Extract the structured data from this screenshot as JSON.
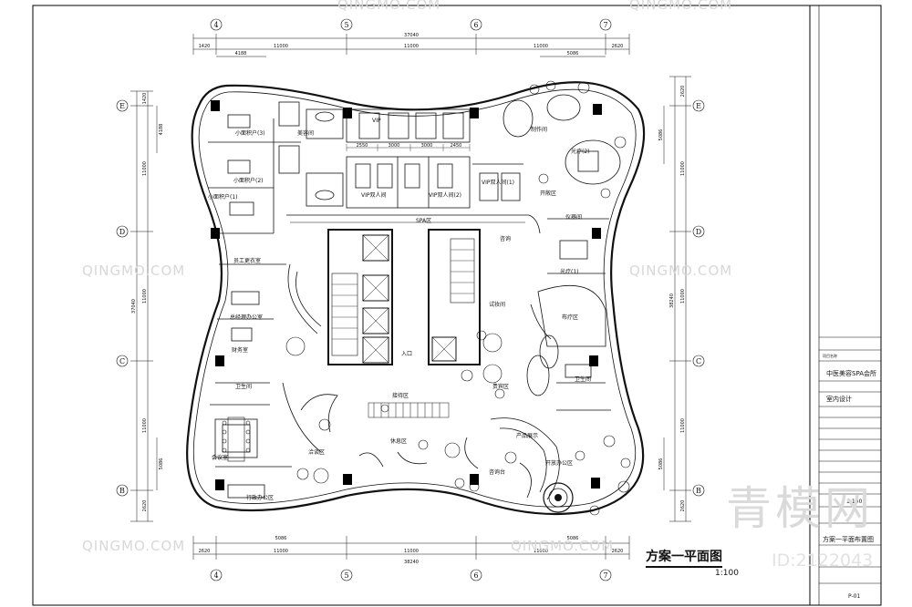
{
  "drawing": {
    "title": "方案一平面图",
    "scale": "1:100",
    "watermark": "QINGMO.COM",
    "brand_watermark": "青模网",
    "brand_id": "ID:2122043"
  },
  "axes": {
    "horizontal_top": [
      "4",
      "5",
      "6",
      "7"
    ],
    "horizontal_bottom": [
      "4",
      "5",
      "6",
      "7"
    ],
    "vertical_left": [
      "E",
      "D",
      "C",
      "B"
    ],
    "vertical_right": [
      "E",
      "D",
      "C",
      "B"
    ]
  },
  "dimensions": {
    "top_total": "37040",
    "top_segments": [
      "1420",
      "11000",
      "11000",
      "11000",
      "2620"
    ],
    "top_sub": [
      "4188",
      "5086"
    ],
    "bottom_total": "38240",
    "bottom_segments": [
      "2620",
      "11000",
      "11000",
      "11000",
      "2620"
    ],
    "bottom_sub": [
      "5086",
      "5086"
    ],
    "left_total": "37040",
    "left_segments": [
      "1420",
      "11000",
      "11000",
      "11000",
      "2620"
    ],
    "left_sub": [
      "4188",
      "5086"
    ],
    "right_total": "38240",
    "right_segments": [
      "2620",
      "11000",
      "11000",
      "11000",
      "2620"
    ],
    "right_sub": [
      "5086",
      "5086"
    ],
    "internal": [
      "2550",
      "3000",
      "3000",
      "2450"
    ]
  },
  "rooms": {
    "r1": "小面积户(3)",
    "r2": "小面积户(2)",
    "r3": "小面积户(1)",
    "r4": "VIP双人间",
    "r5": "VIP双人间(2)",
    "r6": "VIP双人间(1)",
    "r7": "SPA区",
    "r8": "美容间",
    "r9": "员工更衣室",
    "r10": "总经理办公室",
    "r11": "财务室",
    "r12": "卫生间",
    "r13": "会议室",
    "r14": "行政办公区",
    "r15": "休息区",
    "r16": "接待区",
    "r17": "咨询台",
    "r18": "产品展示",
    "r19": "开放办公区",
    "r20": "光疗(2)",
    "r21": "光疗(1)",
    "r22": "布疗区",
    "r23": "卫生间",
    "r24": "仪器间",
    "r25": "制作间",
    "r26": "入口",
    "r27": "洽谈区",
    "r28": "贵宾区",
    "r29": "试妆间",
    "r30": "开敞区",
    "r31": "咨询",
    "r32": "VIP"
  },
  "title_block": {
    "project_label": "项目名称",
    "project_name": "中医美容SPA会所",
    "discipline": "室内设计",
    "drawing_name": "方案一平面布置图",
    "scale_value": "1:100",
    "sheet_no": "P-01"
  },
  "colors": {
    "line": "#000000",
    "watermark": "#d8d8d8"
  }
}
